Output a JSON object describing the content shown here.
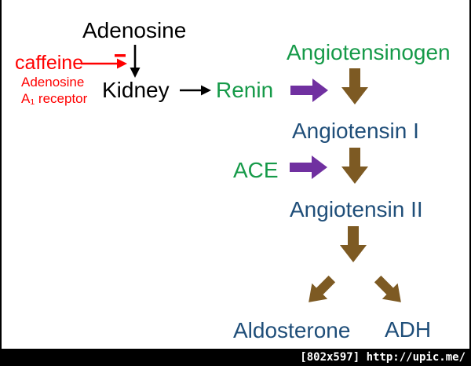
{
  "colors": {
    "black": "#000000",
    "red": "#ff0000",
    "green": "#169a49",
    "dark_blue": "#1f4e79",
    "purple": "#7030a0",
    "brown": "#7d5a23",
    "footer_bg": "#000000",
    "footer_text": "#ffffff"
  },
  "diagram": {
    "adenosine": "Adenosine",
    "caffeine": "caffeine",
    "receptor_line1": "Adenosine",
    "receptor_a": "A",
    "receptor_sub": "1",
    "receptor_rest": " receptor",
    "kidney": "Kidney",
    "renin": "Renin",
    "angiotensinogen": "Angiotensinogen",
    "angiotensin_1": "Angiotensin I",
    "ace": "ACE",
    "angiotensin_2": "Angiotensin II",
    "aldosterone": "Aldosterone",
    "adh": "ADH"
  },
  "arrows": [
    {
      "name": "caffeine-inhibition-arrow",
      "color": "red",
      "direction": "right",
      "style": "thin-with-minus"
    },
    {
      "name": "adenosine-to-kidney-arrow",
      "color": "black",
      "direction": "down",
      "style": "thin"
    },
    {
      "name": "kidney-to-renin-arrow",
      "color": "black",
      "direction": "right",
      "style": "thin"
    },
    {
      "name": "renin-action-arrow",
      "color": "purple",
      "direction": "right",
      "style": "block"
    },
    {
      "name": "ace-action-arrow",
      "color": "purple",
      "direction": "right",
      "style": "block"
    },
    {
      "name": "angiotensinogen-to-angiotensin1-arrow",
      "color": "brown",
      "direction": "down",
      "style": "block"
    },
    {
      "name": "angiotensin1-to-angiotensin2-arrow",
      "color": "brown",
      "direction": "down",
      "style": "block"
    },
    {
      "name": "angiotensin2-output-arrow",
      "color": "brown",
      "direction": "down",
      "style": "block"
    },
    {
      "name": "to-aldosterone-arrow",
      "color": "brown",
      "direction": "down-left",
      "style": "block"
    },
    {
      "name": "to-adh-arrow",
      "color": "brown",
      "direction": "down-right",
      "style": "block"
    }
  ],
  "footer": {
    "watermark": "[802x597] http://upic.me/"
  }
}
